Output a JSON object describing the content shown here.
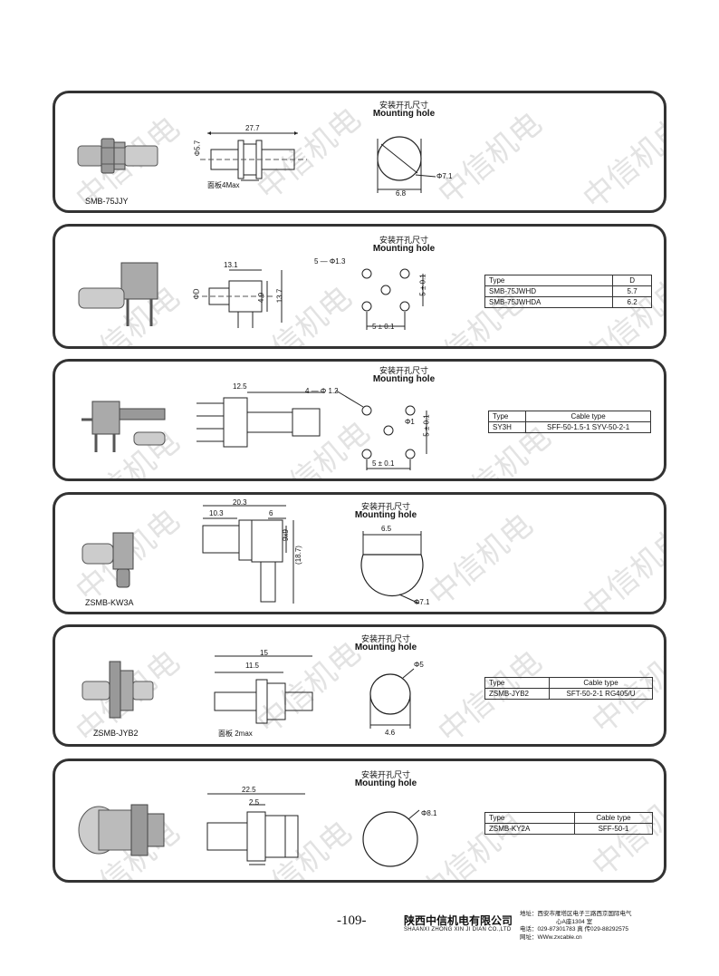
{
  "watermark": "中信机电",
  "panels": [
    {
      "title_cn": "安装开孔尺寸",
      "title_en": "Mounting hole",
      "product_label": "SMB-75JJY",
      "dims": [
        "27.7",
        "Φ5.7",
        "面板4Max",
        "Φ7.1",
        "6.8"
      ]
    },
    {
      "title_cn": "安装开孔尺寸",
      "title_en": "Mounting hole",
      "dims": [
        "13.1",
        "ΦD",
        "4.9",
        "13.7",
        "5 — Φ1.3",
        "5 ± 0.1",
        "5 ± 0.1"
      ],
      "table": {
        "headers": [
          "Type",
          "D"
        ],
        "rows": [
          [
            "SMB-75JWHD",
            "5.7"
          ],
          [
            "SMB-75JWHDA",
            "6.2"
          ]
        ]
      }
    },
    {
      "title_cn": "安装开孔尺寸",
      "title_en": "Mounting hole",
      "dims": [
        "12.5",
        "4 — Φ 1.2",
        "Φ1",
        "5 ± 0.1",
        "5 ± 0.1"
      ],
      "table": {
        "headers": [
          "Type",
          "Cable type"
        ],
        "rows": [
          [
            "SY3H",
            "SFF-50-1.5-1  SYV-50-2-1"
          ]
        ]
      }
    },
    {
      "title_cn": "安装开孔尺寸",
      "title_en": "Mounting hole",
      "product_label": "ZSMB-KW3A",
      "dims": [
        "20.3",
        "10.3",
        "6",
        "9x9",
        "(18.7)",
        "6.5",
        "Φ7.1"
      ]
    },
    {
      "title_cn": "安装开孔尺寸",
      "title_en": "Mounting hole",
      "product_label": "ZSMB-JYB2",
      "dims": [
        "15",
        "11.5",
        "面板 2max",
        "Φ5",
        "4.6"
      ],
      "table": {
        "headers": [
          "Type",
          "Cable type"
        ],
        "rows": [
          [
            "ZSMB-JYB2",
            "SFT-50-2-1  RG405/U"
          ]
        ]
      }
    },
    {
      "title_cn": "安装开孔尺寸",
      "title_en": "Mounting hole",
      "dims": [
        "22.5",
        "2.5",
        "Φ8.1"
      ],
      "table": {
        "headers": [
          "Type",
          "Cable type"
        ],
        "rows": [
          [
            "ZSMB-KY2A",
            "SFF-50-1"
          ]
        ]
      }
    }
  ],
  "footer": {
    "page_number": "-109-",
    "company_cn": "陕西中信机电有限公司",
    "company_en": "SHAANXI ZHONG XIN JI DIAN CO.,LTD",
    "address_1": "地址：西安市雁塔区电子三路西京国际电气",
    "address_2": "心A座1304 室",
    "phone": "电话：029-87301783     真 传029-88292575",
    "web": "网址：WWw.zxcable.cn"
  }
}
